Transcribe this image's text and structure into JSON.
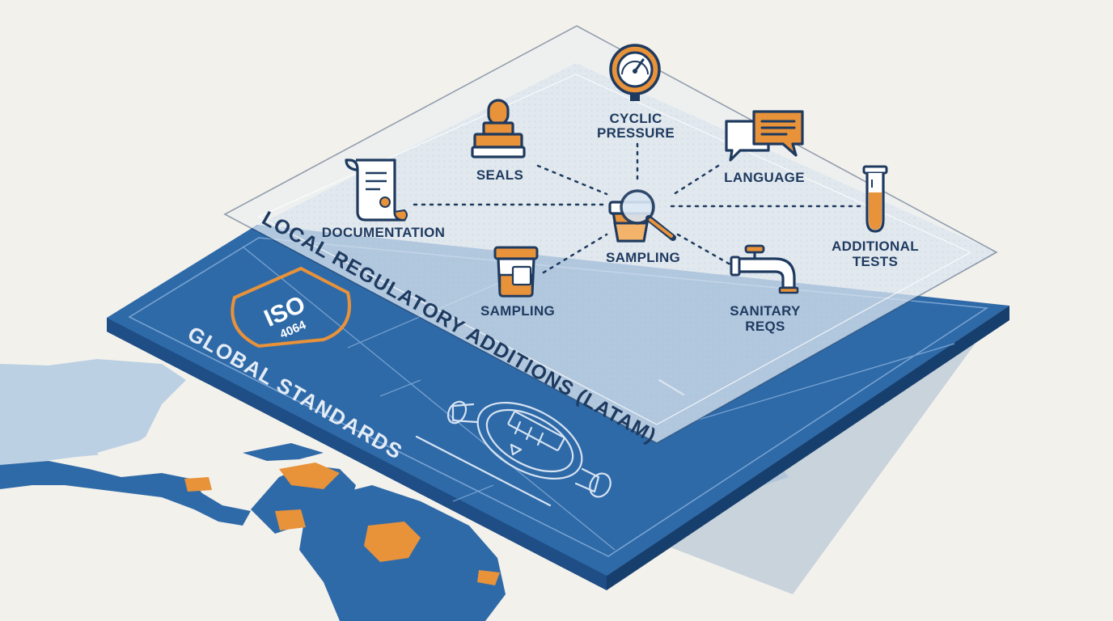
{
  "layers": {
    "top_title": "LOCAL REGULATORY ADDITIONS (LATAM)",
    "bottom_title": "GLOBAL STANDARDS"
  },
  "badge": {
    "line1": "ISO",
    "line2": "4064"
  },
  "nodes": {
    "center": "SAMPLING",
    "cyclic_line1": "CYCLIC",
    "cyclic_line2": "PRESSURE",
    "seals": "SEALS",
    "language": "LANGUAGE",
    "documentation": "DOCUMENTATION",
    "additional_line1": "ADDITIONAL",
    "additional_line2": "TESTS",
    "sampling": "SAMPLING",
    "sanitary_line1": "SANITARY",
    "sanitary_line2": "REQS"
  },
  "icons": {
    "center": "magnifier-jar-icon",
    "cyclic": "pressure-gauge-icon",
    "seals": "stamp-icon",
    "language": "speech-bubbles-icon",
    "documentation": "scroll-document-icon",
    "additional": "test-tube-icon",
    "sampling": "sample-jar-icon",
    "sanitary": "water-faucet-icon",
    "meter": "water-meter-icon",
    "badge": "shield-icon"
  },
  "colors": {
    "background": "#f3f1ec",
    "blue": "#2f6aa8",
    "navy": "#1e3a5f",
    "orange": "#e8923a",
    "glass": "#c9d8e8"
  }
}
